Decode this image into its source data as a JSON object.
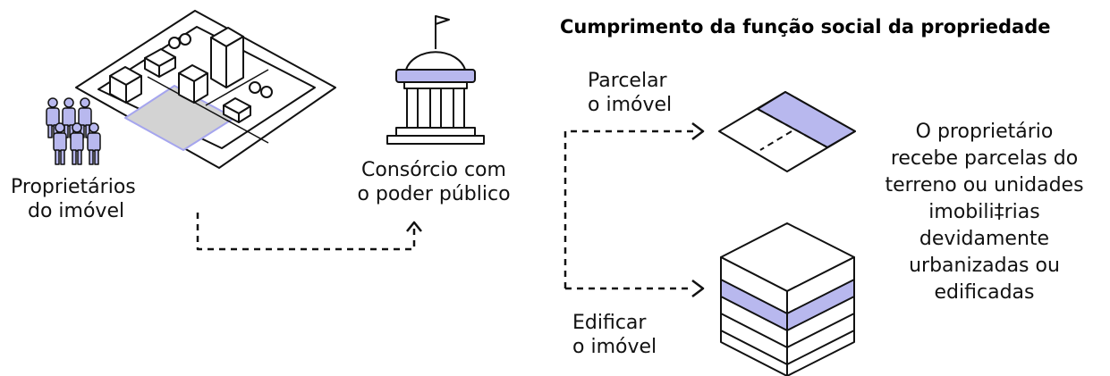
{
  "title": "Cumprimento da função social da propriedade",
  "owners_label": [
    "Proprietários",
    "do imóvel"
  ],
  "consortium_label": [
    "Consórcio com",
    "o poder público"
  ],
  "subdivide_label": [
    "Parcelar",
    "o imóvel"
  ],
  "build_label": [
    "Edificar",
    "o imóvel"
  ],
  "result_text": [
    "O proprietário",
    "recebe parcelas do",
    "terreno ou unidades",
    "imobili‡rias",
    "devidamente",
    "urbanizadas ou",
    "edificadas"
  ],
  "icons": [
    "city-block-icon",
    "owners-group-icon",
    "government-building-icon",
    "subdivided-lot-icon",
    "stacked-units-icon"
  ],
  "colors": {
    "accent": "#b8b8ee",
    "line": "#111111",
    "lot": "#d3d3d3"
  }
}
